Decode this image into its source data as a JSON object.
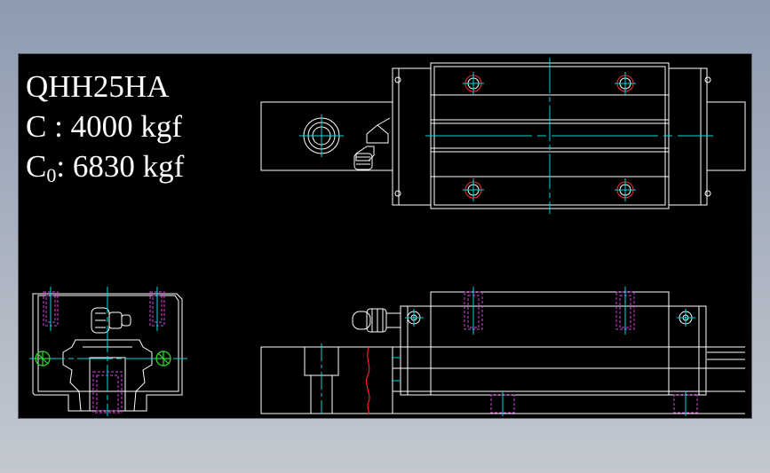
{
  "window": {
    "background": "#000000"
  },
  "spec": {
    "model": "QHH25HA",
    "dynamic_label": "C",
    "dynamic_sep": " : ",
    "dynamic_value": "4000 kgf",
    "static_label": "C",
    "static_sub": "0",
    "static_sep": ": ",
    "static_value": "6830 kgf"
  },
  "colors": {
    "outline": "#ffffff",
    "centerline": "#00d7e0",
    "hidden": "#e040e0",
    "hole_mark": "#ff2a2a",
    "bolt_symbol": "#2fe02f",
    "break_line": "#ff2020"
  },
  "views": {
    "top_view": "top-view",
    "side_view": "side-view",
    "end_view": "end-view"
  }
}
